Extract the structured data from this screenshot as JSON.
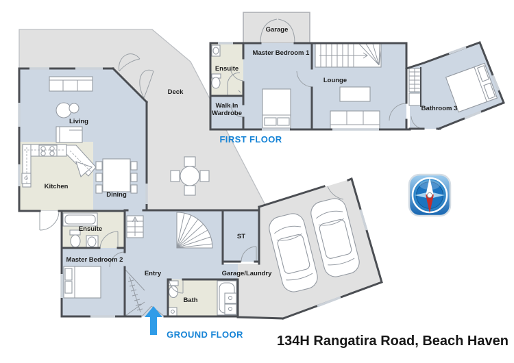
{
  "address": "134H Rangatira Road, Beach Haven",
  "floor_labels": {
    "first": "FIRST FLOOR",
    "ground": "GROUND FLOOR"
  },
  "first_floor": {
    "garage": "Garage",
    "master_bedroom": "Master Bedroom 1",
    "ensuite": "Ensuite",
    "walk_in_line1": "Walk In",
    "walk_in_line2": "Wardrobe",
    "lounge": "Lounge",
    "bathroom3": "Bathroom 3"
  },
  "ground_floor": {
    "deck": "Deck",
    "living": "Living",
    "kitchen": "Kitchen",
    "dining": "Dining",
    "ensuite": "Ensuite",
    "master_bedroom": "Master Bedroom 2",
    "entry": "Entry",
    "bath": "Bath",
    "storage": "ST",
    "garage_laundry": "Garage/Laundry"
  },
  "icons": {
    "compass": "compass-north-icon",
    "entry_arrow": "up-arrow-entrance-marker"
  },
  "colors": {
    "room_blue": "#cdd7e3",
    "outdoor_gray": "#e1e1e1",
    "wet_area_beige": "#e8e8dc",
    "wall_dark": "#4b4e53",
    "floor_label_blue": "#1583d6",
    "arrow_blue": "#2f9ce8",
    "compass_blue": "#1f77c0",
    "compass_needle_red": "#c62f2a"
  }
}
